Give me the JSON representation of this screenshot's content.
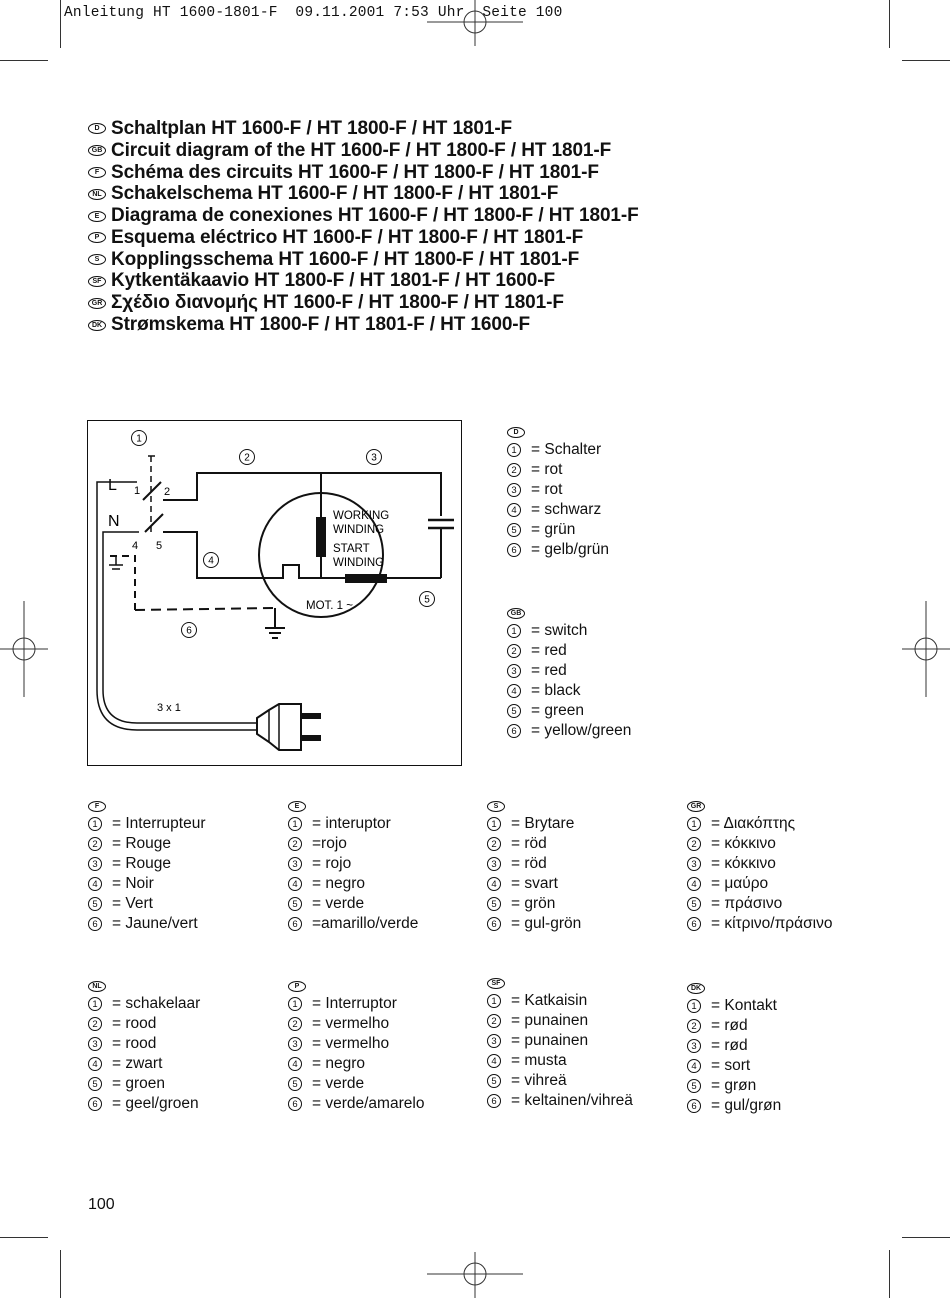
{
  "header": {
    "text": "Anleitung HT 1600-1801-F  09.11.2001 7:53 Uhr  Seite 100"
  },
  "titles": [
    {
      "code": "D",
      "text": "Schaltplan HT 1600-F / HT 1800-F / HT 1801-F"
    },
    {
      "code": "GB",
      "text": "Circuit diagram of the HT 1600-F / HT 1800-F / HT 1801-F"
    },
    {
      "code": "F",
      "text": "Schéma des circuits HT 1600-F / HT 1800-F / HT 1801-F"
    },
    {
      "code": "NL",
      "text": "Schakelschema HT 1600-F / HT 1800-F / HT 1801-F"
    },
    {
      "code": "E",
      "text": "Diagrama de conexiones HT 1600-F / HT 1800-F / HT 1801-F"
    },
    {
      "code": "P",
      "text": "Esquema eléctrico HT 1600-F / HT 1800-F / HT 1801-F"
    },
    {
      "code": "S",
      "text": "Kopplingsschema HT 1600-F / HT 1800-F / HT 1801-F"
    },
    {
      "code": "SF",
      "text": "Kytkentäkaavio HT 1800-F / HT 1801-F / HT 1600-F"
    },
    {
      "code": "GR",
      "text": "Σχέδιο διανομής HT 1600-F / HT 1800-F / HT 1801-F"
    },
    {
      "code": "DK",
      "text": "Strømskema HT 1800-F / HT 1801-F / HT 1600-F"
    }
  ],
  "diagram": {
    "callouts": [
      "1",
      "2",
      "3",
      "4",
      "5",
      "6"
    ],
    "label_L": "L",
    "label_N": "N",
    "contact_1": "1",
    "contact_2": "2",
    "contact_4": "4",
    "contact_5": "5",
    "working_1": "WORKING",
    "working_2": "WINDING",
    "start_1": "START",
    "start_2": "WINDING",
    "motor": "MOT. 1 ~",
    "cable": "3 x 1"
  },
  "legends": [
    {
      "code": "D",
      "items": [
        "= Schalter",
        "= rot",
        "= rot",
        "= schwarz",
        "= grün",
        "= gelb/grün"
      ]
    },
    {
      "code": "GB",
      "items": [
        "= switch",
        "= red",
        "= red",
        "= black",
        "= green",
        "= yellow/green"
      ]
    },
    {
      "code": "F",
      "items": [
        "= Interrupteur",
        "= Rouge",
        "= Rouge",
        "= Noir",
        "= Vert",
        "= Jaune/vert"
      ]
    },
    {
      "code": "E",
      "items": [
        "= interuptor",
        "=rojo",
        "= rojo",
        "= negro",
        "= verde",
        "=amarillo/verde"
      ]
    },
    {
      "code": "S",
      "items": [
        "= Brytare",
        "= röd",
        "= röd",
        "= svart",
        "= grön",
        "= gul-grön"
      ]
    },
    {
      "code": "GR",
      "items": [
        "= Διακόπτης",
        "= κόκκινο",
        "= κόκκινο",
        "= μαύρο",
        "= πράσινο",
        "= κίτρινο/πράσινο"
      ]
    },
    {
      "code": "NL",
      "items": [
        "= schakelaar",
        "= rood",
        "= rood",
        "= zwart",
        "= groen",
        "= geel/groen"
      ]
    },
    {
      "code": "P",
      "items": [
        "= Interruptor",
        "= vermelho",
        "= vermelho",
        "= negro",
        "= verde",
        "= verde/amarelo"
      ]
    },
    {
      "code": "SF",
      "items": [
        "= Katkaisin",
        "= punainen",
        "= punainen",
        "= musta",
        "= vihreä",
        "= keltainen/vihreä"
      ]
    },
    {
      "code": "DK",
      "items": [
        "= Kontakt",
        "= rød",
        "= rød",
        "= sort",
        "= grøn",
        "= gul/grøn"
      ]
    }
  ],
  "item_numbers": [
    "1",
    "2",
    "3",
    "4",
    "5",
    "6"
  ],
  "page_number": "100"
}
